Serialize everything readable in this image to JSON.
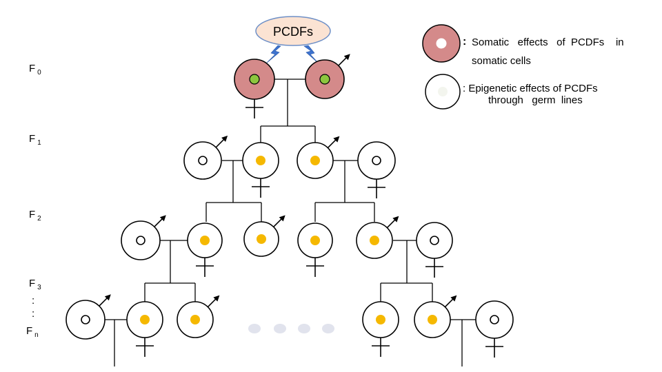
{
  "source": {
    "label": "PCDFs",
    "fill": "#fbe3d3",
    "stroke": "#6d8fc7"
  },
  "generations": {
    "f0": {
      "base": "F",
      "sub": "0"
    },
    "f1": {
      "base": "F",
      "sub": "1"
    },
    "f2": {
      "base": "F",
      "sub": "2"
    },
    "f3": {
      "base": "F",
      "sub": "3"
    },
    "continuation": ":",
    "fn": {
      "base": "F",
      "sub": "n"
    }
  },
  "legend": {
    "somatic": {
      "colon": ":",
      "line1": "Somatic   effects   of  PCDFs    in",
      "line2": "somatic cells"
    },
    "epigenetic": {
      "line1": ": Epigenetic effects of PCDFs",
      "line2": "through   germ  lines"
    }
  },
  "colors": {
    "somatic_fill": "#d48a8a",
    "somatic_core": "#8cc63f",
    "epigenetic_core": "#f5b800",
    "unaffected_core": "#ffffff",
    "legend_epigenetic_core": "#f3f5ee",
    "ellipsis_dots": "#e1e3ed",
    "lightning": "#3e73cf",
    "line": "#000000"
  },
  "icons": [
    "female-symbol",
    "male-symbol",
    "lightning-bolt-icon"
  ]
}
